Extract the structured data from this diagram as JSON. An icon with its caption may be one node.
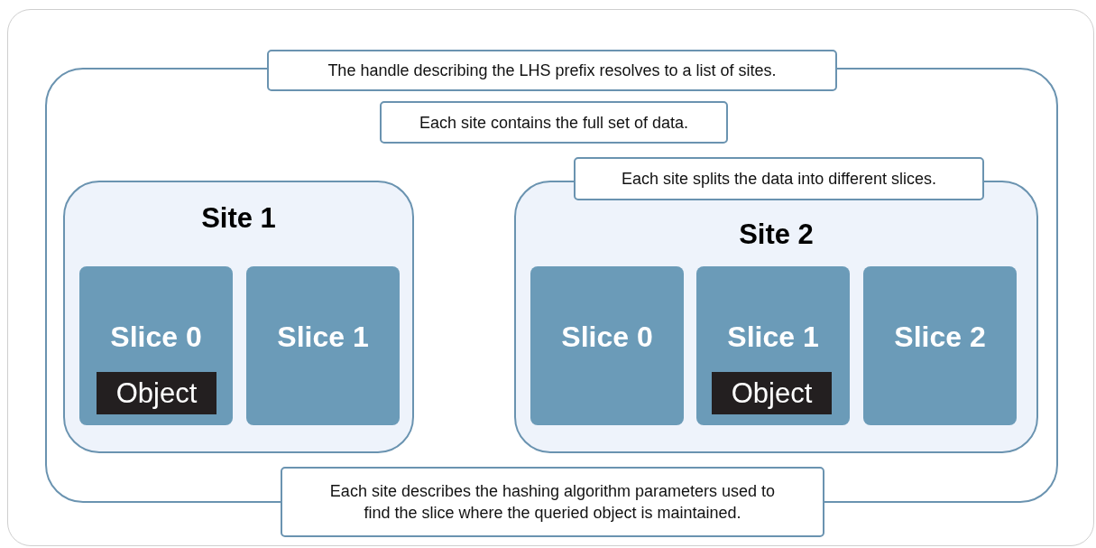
{
  "diagram": {
    "nodes": [
      {
        "text": [],
        "shape": "box"
      },
      {
        "text": [
          "The handle describing the LHS prefix resolves to a list of sites."
        ]
      },
      {
        "text": [
          "Each site contains the full set of data."
        ],
        "in": 0
      },
      {
        "text": [
          "Site 1"
        ],
        "in": 0
      },
      {
        "text": [
          "Slice 0"
        ],
        "in": 3
      },
      {
        "text": [
          "Object"
        ],
        "in": 4
      },
      {
        "text": [
          "Slice 1"
        ],
        "in": 3
      },
      {
        "text": [
          "Each site splits the data into different slices."
        ],
        "in": 0
      },
      {
        "text": [
          "Site 2"
        ],
        "in": 0
      },
      {
        "text": [
          "Slice 0"
        ],
        "in": 8
      },
      {
        "text": [
          "Slice 1"
        ],
        "in": 8
      },
      {
        "text": [
          "Object"
        ],
        "in": 10
      },
      {
        "text": [
          "Slice 2"
        ],
        "in": 8
      },
      {
        "text": [
          "Each site describes the hashing algorithm parameters used to find the slice where the queried object is maintained."
        ]
      }
    ],
    "edges": []
  }
}
